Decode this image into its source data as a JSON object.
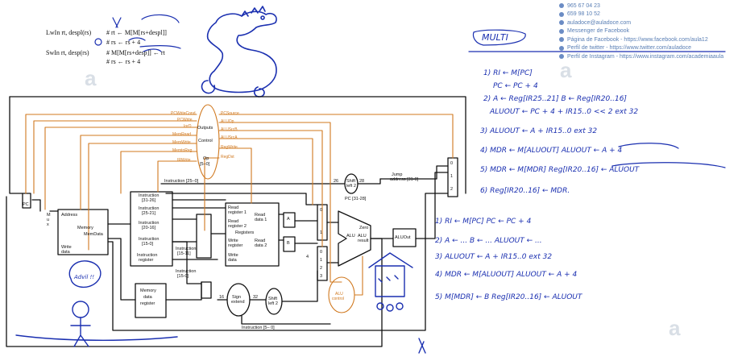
{
  "code": {
    "lw_label": "LwIn  rt, despl(rs)",
    "lw_line1": "#  rt ← M[M[rs+despl]]",
    "lw_line2": "#  rs ← rs + 4",
    "sw_label": "SwIn  rt, desp(rs)",
    "sw_line1": "#  M[M[rs+desp]] ← rt",
    "sw_line2": "#  rs ← rs + 4"
  },
  "contacts": [
    {
      "icon": "phone-icon",
      "text": "965 67 04 23"
    },
    {
      "icon": "whatsapp-icon",
      "text": "659 98 10 52"
    },
    {
      "icon": "mail-icon",
      "text": "auladoce@auladoce.com"
    },
    {
      "icon": "messenger-icon",
      "text": "Messenger de Facebook"
    },
    {
      "icon": "facebook-icon",
      "text": "Página de Facebook - https://www.facebook.com/aula12"
    },
    {
      "icon": "twitter-icon",
      "text": "Perfil de twitter - https://www.twitter.com/auladoce"
    },
    {
      "icon": "instagram-icon",
      "text": "Perfil de Instagram - https://www.instagram.com/academiaaula"
    }
  ],
  "watermark": "a",
  "datapath": {
    "control_title": "Control",
    "outputs": "Outputs",
    "op": "Op",
    "op_bits": "[5–0]",
    "signals_left": [
      "PCWriteCond",
      "PCWrite",
      "IorD",
      "MemRead",
      "MemWrite",
      "MemtoReg",
      "IRWrite"
    ],
    "signals_right": [
      "PCSource",
      "ALUOp",
      "ALUSrcB",
      "ALUSrcA",
      "RegWrite",
      "RegDst"
    ],
    "pc": "PC",
    "mux": "M u x",
    "memory": [
      "Address",
      "Memory",
      "MemData",
      "Write",
      "data"
    ],
    "instruction": [
      "Instruction",
      "[31-26]",
      "Instruction",
      "[25-21]",
      "Instruction",
      "[20-16]",
      "Instruction",
      "[15-0]",
      "Instruction",
      "register"
    ],
    "instr_15_11": [
      "Instruction",
      "[15-11]"
    ],
    "instr_15_0": [
      "Instruction",
      "[15-0]"
    ],
    "mdr": [
      "Memory",
      "data",
      "register"
    ],
    "registers": [
      "Read",
      "register 1",
      "Read",
      "register 2",
      "Registers",
      "Write",
      "register",
      "Write",
      "data",
      "Read",
      "data 1",
      "Read",
      "data 2"
    ],
    "reg_a": "A",
    "reg_b": "B",
    "alu": "ALU",
    "zero": "Zero",
    "alu_result": [
      "ALU",
      "result"
    ],
    "aluout": "ALUOut",
    "shift_left": [
      "Shift",
      "left 2"
    ],
    "sign_extend": [
      "Sign",
      "extend"
    ],
    "alu_control": [
      "ALU",
      "control"
    ],
    "jump_address": [
      "Jump",
      "address [31-0]"
    ],
    "pc_31_28": "PC [31-28]",
    "instr_25_0": "Instruction [25–0]",
    "instr_5_0": "Instruction [5– 0]",
    "bits_26": "26",
    "bits_28": "28",
    "bits_16": "16",
    "bits_32": "32",
    "mux_digits": [
      "0",
      "1",
      "2",
      "3"
    ],
    "four": "4"
  },
  "notes_right": {
    "title": "MULTI",
    "steps": [
      "1) RI ← M[PC]",
      "PC ← PC + 4",
      "2) A ← Reg[IR25..21]   B ← Reg[IR20..16]",
      "ALUOUT ← PC + 4 + IR15..0 << 2 ext 32",
      "3) ALUOUT ← A + IR15..0  ext 32",
      "4) MDR ← M[ALUOUT]   ALUOUT ← A + 4",
      "5) MDR ← M[MDR]   Reg[IR20..16] ← ALUOUT",
      "6) Reg[IR20..16] ← MDR."
    ]
  },
  "notes_bottom": {
    "steps": [
      "1) RI ← M[PC]   PC ← PC + 4",
      "2) A ← ...   B ← ...   ALUOUT ← ...",
      "3) ALUOUT ← A + IR15..0 ext 32",
      "4) MDR ← M[ALUOUT]   ALUOUT ← A + 4",
      "5) M[MDR] ← B   Reg[IR20..16] ← ALUOUT"
    ],
    "advil": "Advil !!"
  }
}
